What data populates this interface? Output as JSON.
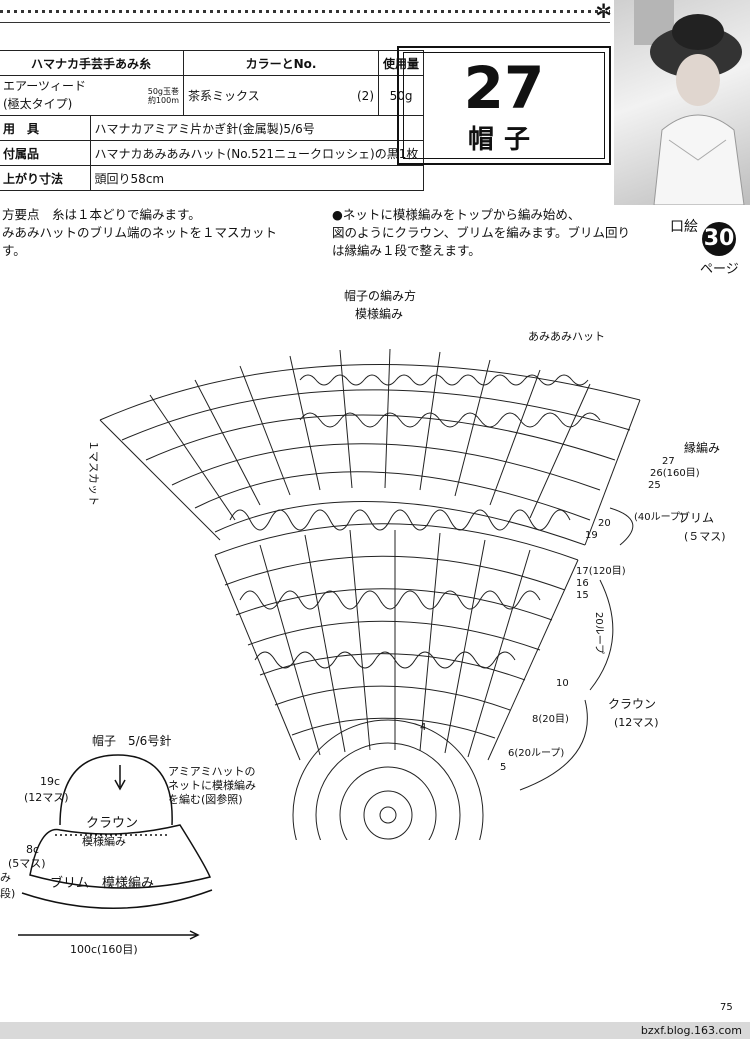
{
  "materials": {
    "header": {
      "yarn": "ハマナカ手芸手あみ糸",
      "color": "カラーとNo.",
      "amount": "使用量"
    },
    "yarn_name": "エアーツィード",
    "yarn_type": "(極太タイプ)",
    "yarn_ball": "50g玉巻",
    "yarn_length": "約100m",
    "color_name": "茶系ミックス",
    "color_no": "(2)",
    "amount": "50g",
    "tool_label": "用　具",
    "tool_value": "ハマナカアミアミ片かぎ針(金属製)5/6号",
    "accessory_label": "付属品",
    "accessory_value": "ハマナカあみあみハット(No.521ニュークロッシェ)の黒1枚",
    "size_label": "上がり寸法",
    "size_value": "頭回り58cm"
  },
  "pattern": {
    "number": "27",
    "title": "帽子"
  },
  "notes": {
    "left_1": "方要点　糸は１本どりで編みます。",
    "left_2": "みあみハットのブリム端のネットを１マスカット",
    "left_3": "す。",
    "right_1": "●ネットに模様編みをトップから編み始め、",
    "right_2": "図のようにクラウン、ブリムを編みます。ブリム回り",
    "right_3": "は縁編み１段で整えます。"
  },
  "kuchie": {
    "label": "口絵",
    "number": "30",
    "page": "ページ"
  },
  "diagram": {
    "title": "帽子の編み方",
    "subtitle": "模様編み",
    "hat_label": "あみあみハット",
    "cut_label": "１マスカット",
    "edging": "縁編み",
    "row27": "27",
    "row26": "26(160目)",
    "row25": "25",
    "row20": "20",
    "row20_loop": "(40ループ)",
    "row19": "19",
    "brim": "ブリム",
    "brim_mas": "(５マス)",
    "row17": "17(120目)",
    "row16": "16",
    "row15": "15",
    "loop20": "20ループ",
    "row10": "10",
    "crown": "クラウン",
    "crown_mas": "(12マス)",
    "row8": "8(20目)",
    "row6": "6(20ループ)",
    "row5": "5",
    "row4": "4"
  },
  "schematic": {
    "title": "帽子　5/6号針",
    "note1": "アミアミハットの",
    "note2": "ネットに模様編み",
    "note3": "を編む(図参照)",
    "h1": "19c",
    "h1_mas": "(12マス)",
    "h2": "8c",
    "h2_mas": "(5マス)",
    "crown": "クラウン",
    "crown_pat": "模様編み",
    "brim": "ブリム　模様編み",
    "edge": "み",
    "edge2": "段)",
    "width": "100c(160目)"
  },
  "page_number": "75",
  "credit": "bzxf.blog.163.com"
}
